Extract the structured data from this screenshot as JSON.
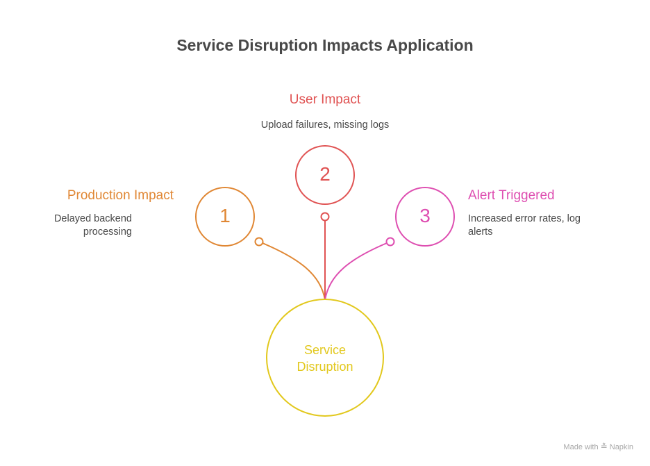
{
  "title": "Service Disruption Impacts Application",
  "colors": {
    "production": "#E08734",
    "user": "#E05353",
    "alert": "#DE4FB1",
    "center": "#E2C81D",
    "text": "#484848"
  },
  "center": {
    "label": "Service Disruption",
    "line1": "Service",
    "line2": "Disruption"
  },
  "items": [
    {
      "number": "1",
      "title": "Production Impact",
      "description": "Delayed backend processing",
      "desc_line1": "Delayed backend",
      "desc_line2": "processing"
    },
    {
      "number": "2",
      "title": "User Impact",
      "description": "Upload failures, missing logs"
    },
    {
      "number": "3",
      "title": "Alert Triggered",
      "description": "Increased error rates, log alerts",
      "desc_line1": "Increased error rates, log",
      "desc_line2": "alerts"
    }
  ],
  "footer": {
    "text": "Made with",
    "brand": "Napkin",
    "logo_icon": "napkin-logo-icon"
  }
}
